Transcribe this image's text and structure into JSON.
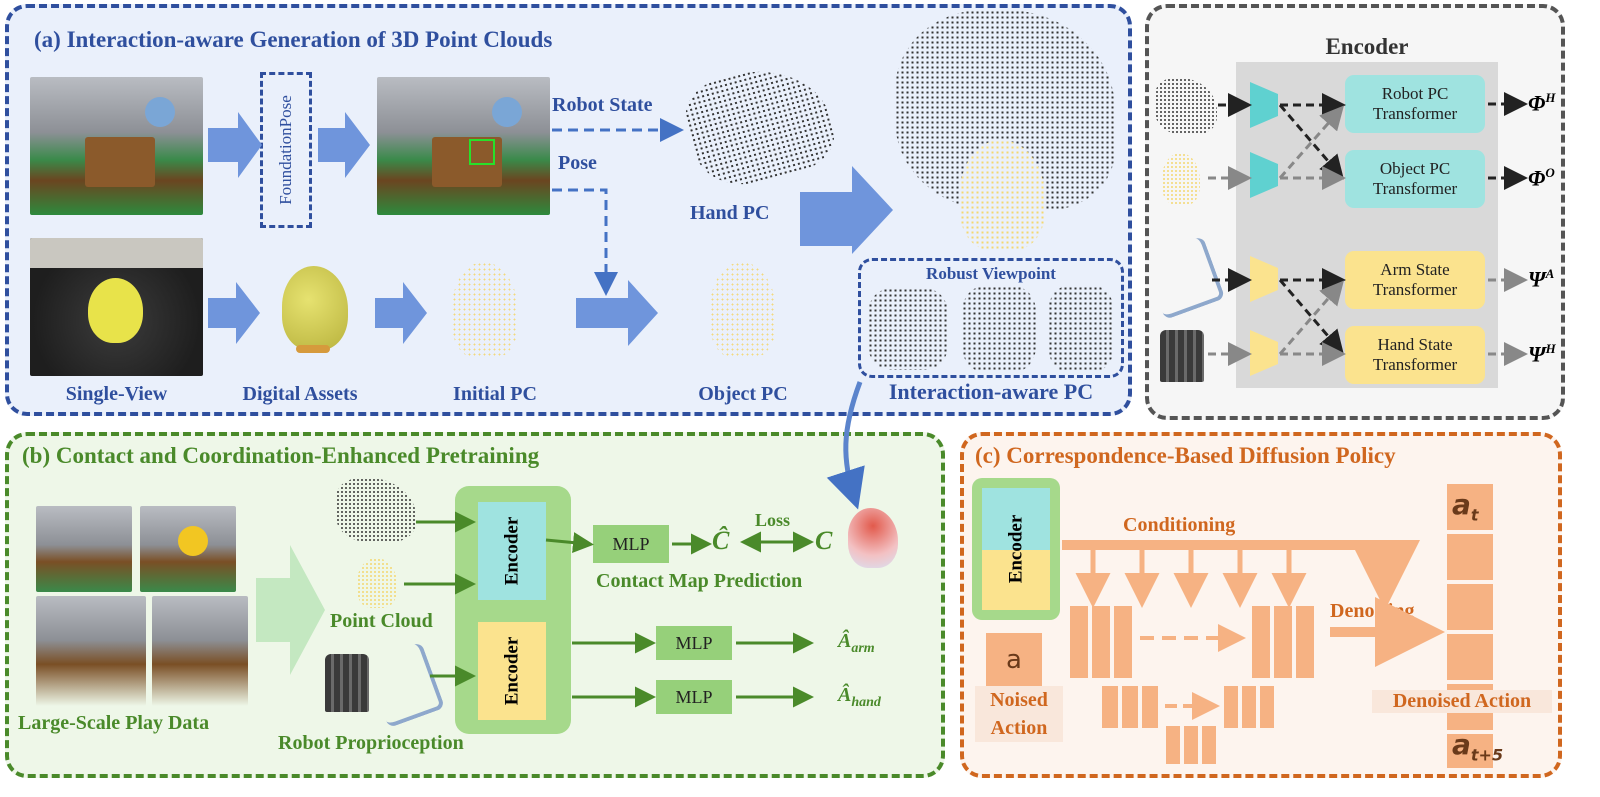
{
  "panel_a": {
    "title": "(a) Interaction-aware Generation of 3D Point Clouds",
    "foundation_pose": "FoundationPose",
    "robot_state": "Robot State",
    "pose": "Pose",
    "hand_pc": "Hand PC",
    "robust_viewpoint": "Robust Viewpoint",
    "single_view": "Single-View",
    "digital_assets": "Digital Assets",
    "initial_pc": "Initial PC",
    "object_pc": "Object PC",
    "interaction_aware_pc": "Interaction-aware PC"
  },
  "encoder_panel": {
    "title": "Encoder",
    "robot_pc_transformer": [
      "Robot PC",
      "Transformer"
    ],
    "object_pc_transformer": [
      "Object PC",
      "Transformer"
    ],
    "arm_state_transformer": [
      "Arm State",
      "Transformer"
    ],
    "hand_state_transformer": [
      "Hand State",
      "Transformer"
    ],
    "out_phi_h": "Φ",
    "out_phi_h_sup": "H",
    "out_phi_o": "Φ",
    "out_phi_o_sup": "O",
    "out_psi_a": "Ψ",
    "out_psi_a_sup": "A",
    "out_psi_h": "Ψ",
    "out_psi_h_sup": "H"
  },
  "panel_b": {
    "title": "(b) Contact and Coordination-Enhanced Pretraining",
    "large_scale_play_data": "Large-Scale Play Data",
    "point_cloud": "Point Cloud",
    "robot_proprioception": "Robot Proprioception",
    "encoder_top": "Encoder",
    "encoder_bottom": "Encoder",
    "mlp1": "MLP",
    "mlp2": "MLP",
    "mlp3": "MLP",
    "c_hat": "Ĉ",
    "c": "C",
    "loss": "Loss",
    "contact_map_prediction": "Contact Map Prediction",
    "a_arm": "Â",
    "a_arm_sub": "arm",
    "a_hand": "Â",
    "a_hand_sub": "hand"
  },
  "panel_c": {
    "title": "(c) Correspondence-Based Diffusion Policy",
    "encoder": "Encoder",
    "conditioning": "Conditioning",
    "denoising": "Denoising",
    "noise_a": "a",
    "noised_action": [
      "Noised",
      "Action"
    ],
    "denoised_action": "Denoised Action",
    "a_t": "a",
    "a_t_sub": "t",
    "a_t5": "a",
    "a_t5_sub": "t+5"
  },
  "colors": {
    "panel_a_border": "#2f4f9e",
    "panel_b_border": "#4a8a2a",
    "panel_c_border": "#d0671f",
    "encoder_border": "#555555",
    "cyan": "#9fe3e0",
    "yellow": "#fbe38e",
    "mlp_green": "#96d07a",
    "orange_block": "#f6b283"
  }
}
